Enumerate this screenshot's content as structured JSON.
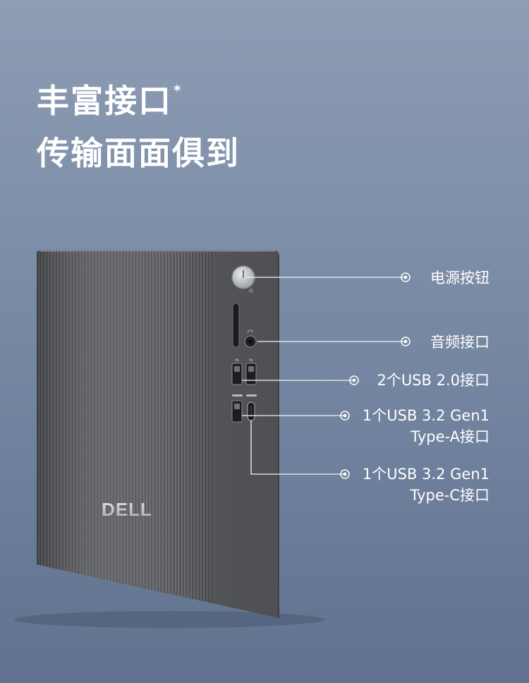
{
  "headline": {
    "line1": "丰富接口",
    "asterisk": "*",
    "line2": "传输面面俱到"
  },
  "product": {
    "brand": "DELL",
    "chassis_color": "#55575a"
  },
  "callouts": [
    {
      "label": "电源按钮"
    },
    {
      "label": "音频接口"
    },
    {
      "label": "2个USB 2.0接口"
    },
    {
      "label": "1个USB 3.2 Gen1\nType-A接口"
    },
    {
      "label": "1个USB 3.2 Gen1\nType-C接口"
    }
  ]
}
